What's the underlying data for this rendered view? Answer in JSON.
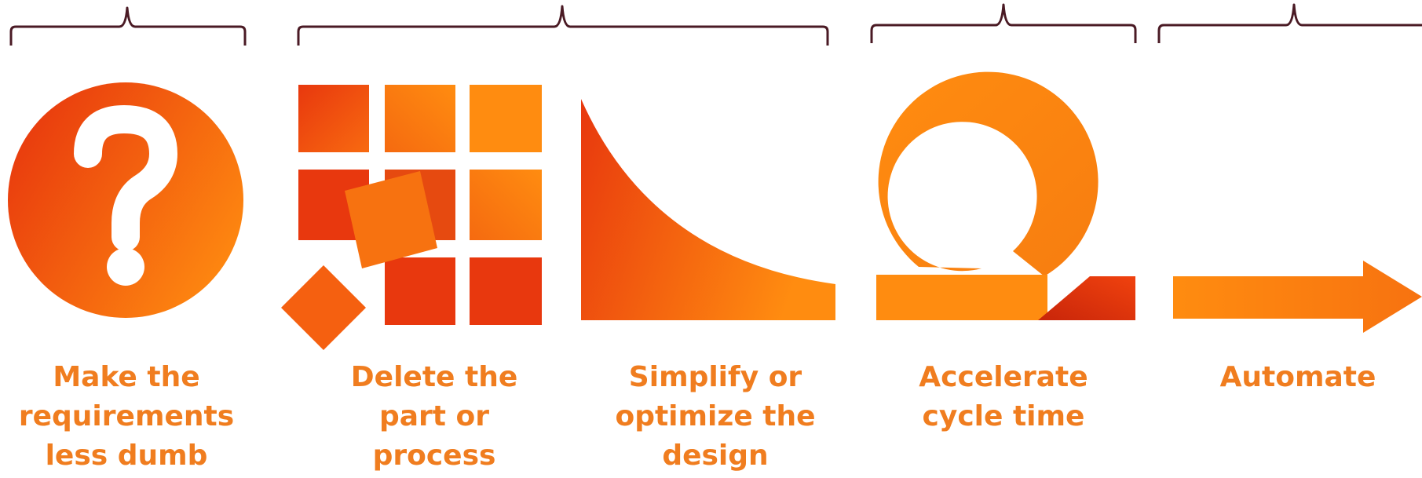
{
  "colors": {
    "bracket": "#4a1a24",
    "label": "#f07d1f",
    "orange_light": "#ff8c10",
    "orange_mid": "#f56a10",
    "red_orange": "#e8380e"
  },
  "steps": [
    {
      "lines": [
        "Make the",
        "requirements",
        "less dumb"
      ],
      "icon": "question-mark-icon"
    },
    {
      "lines": [
        "Delete the",
        "part or",
        "process"
      ],
      "icon": "grid-delete-icon"
    },
    {
      "lines": [
        "Simplify or",
        "optimize the",
        "design"
      ],
      "icon": "curve-simplify-icon"
    },
    {
      "lines": [
        "Accelerate",
        "cycle time"
      ],
      "icon": "loop-icon"
    },
    {
      "lines": [
        "Automate"
      ],
      "icon": "arrow-right-icon"
    }
  ]
}
